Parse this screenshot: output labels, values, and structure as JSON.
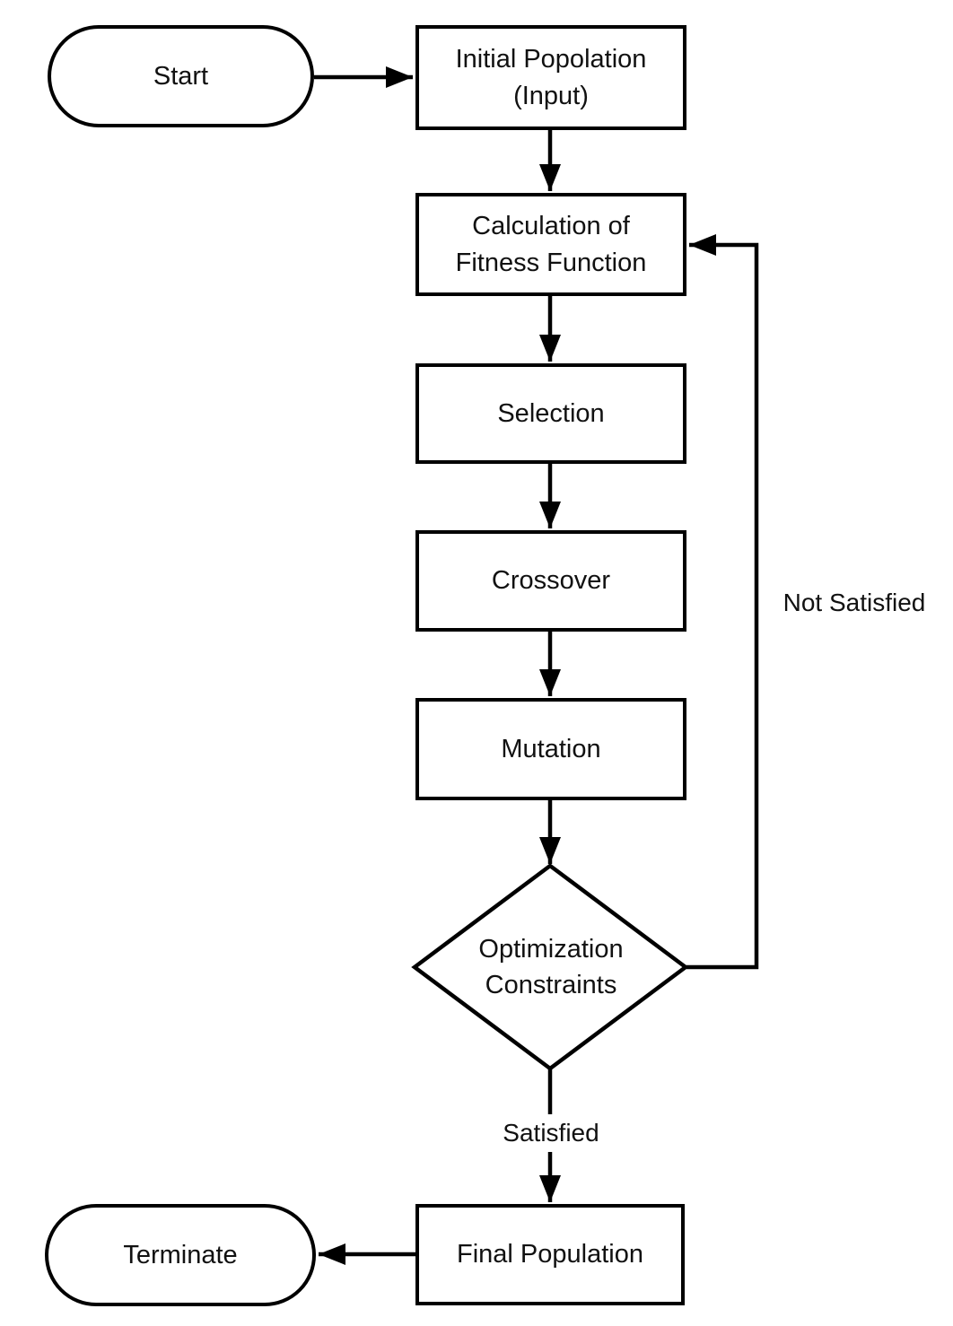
{
  "colors": {
    "stroke": "#000000",
    "node_fill": "#ffffff",
    "text": "#111111"
  },
  "nodes": {
    "start": {
      "label": "Start",
      "type": "terminator"
    },
    "initial_population": {
      "label": "Initial Popolation\n(Input)",
      "type": "process"
    },
    "fitness": {
      "label": "Calculation of\nFitness Function",
      "type": "process"
    },
    "selection": {
      "label": "Selection",
      "type": "process"
    },
    "crossover": {
      "label": "Crossover",
      "type": "process"
    },
    "mutation": {
      "label": "Mutation",
      "type": "process"
    },
    "optimization_constraints": {
      "label": "Optimization\nConstraints",
      "type": "decision"
    },
    "final_population": {
      "label": "Final Population",
      "type": "process"
    },
    "terminate": {
      "label": "Terminate",
      "type": "terminator"
    }
  },
  "edge_labels": {
    "satisfied": "Satisfied",
    "not_satisfied": "Not Satisfied"
  }
}
